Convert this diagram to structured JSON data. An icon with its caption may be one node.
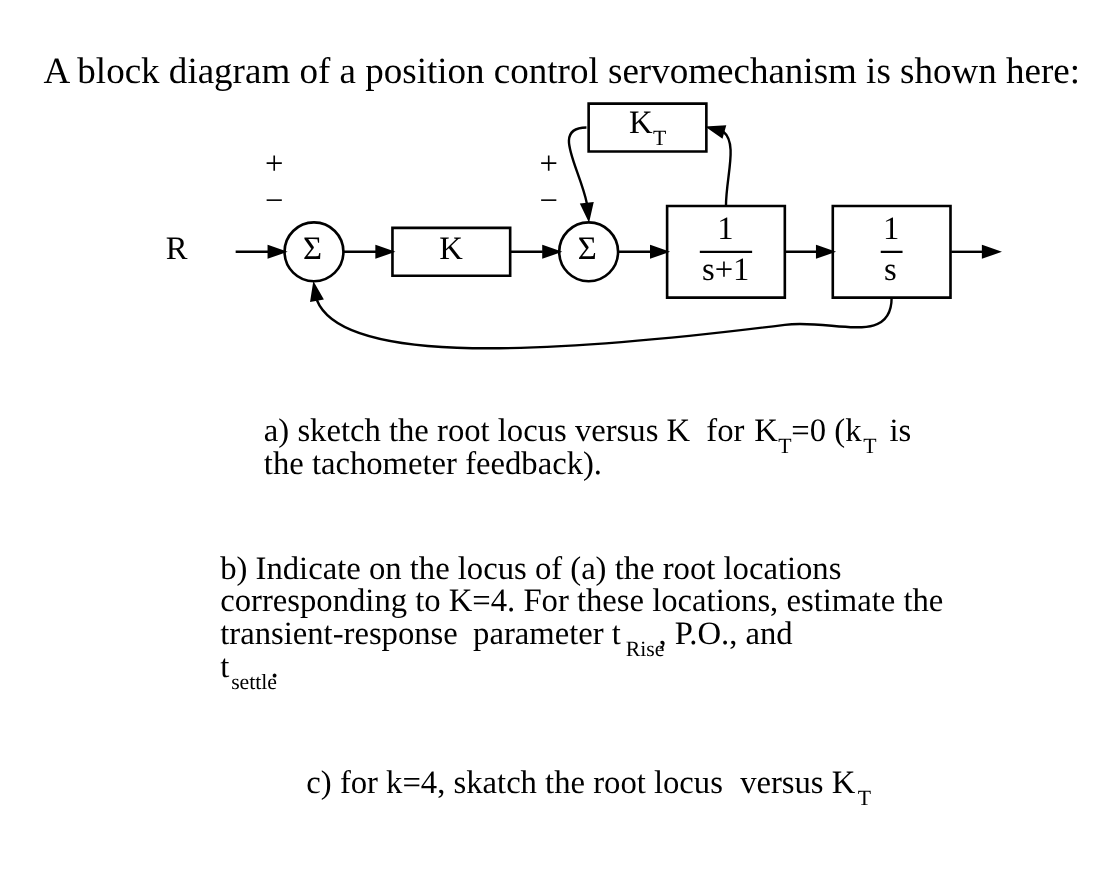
{
  "diagram": {
    "title": "A block diagram of a position control servomechanism is shown here:",
    "nodes": [
      {
        "text": [
          "R"
        ]
      },
      {
        "text": [
          "Σ"
        ],
        "beside": [
          "+",
          "−"
        ]
      },
      {
        "text": [
          "K"
        ]
      },
      {
        "text": [
          "Σ"
        ],
        "beside": [
          "+",
          "−"
        ]
      },
      {
        "text": [
          "1",
          "s+1"
        ]
      },
      {
        "text": [
          "1",
          "s"
        ]
      },
      {
        "text": [
          "K$_{T}$"
        ]
      }
    ],
    "edges": [
      {
        "from": 0,
        "to": 1,
        "arrow": "to"
      },
      {
        "from": 1,
        "to": 2,
        "arrow": "to"
      },
      {
        "from": 2,
        "to": 3,
        "arrow": "to"
      },
      {
        "from": 3,
        "to": 4,
        "arrow": "to"
      },
      {
        "from": 4,
        "to": 5,
        "arrow": "to"
      },
      {
        "from": 4,
        "to": 6,
        "arrow": "to"
      },
      {
        "from": 6,
        "to": 3,
        "arrow": "to"
      },
      {
        "from": 5,
        "to": null,
        "arrow": "to"
      },
      {
        "from": 5,
        "to": 1,
        "arrow": "to"
      }
    ],
    "labels": [
      "a) sketch the root locus versus K for K$_{T}$=0 (k$_{T}$ is the tachometer feedback).",
      "b) Indicate on the locus of (a) the root locations corresponding to K=4. For these locations, estimate the transient-response parameter t$_{Rise}$, P.O., and t$_{settle}$.",
      "c) for k=4, skatch the root locus versus K$_{T}$"
    ]
  }
}
